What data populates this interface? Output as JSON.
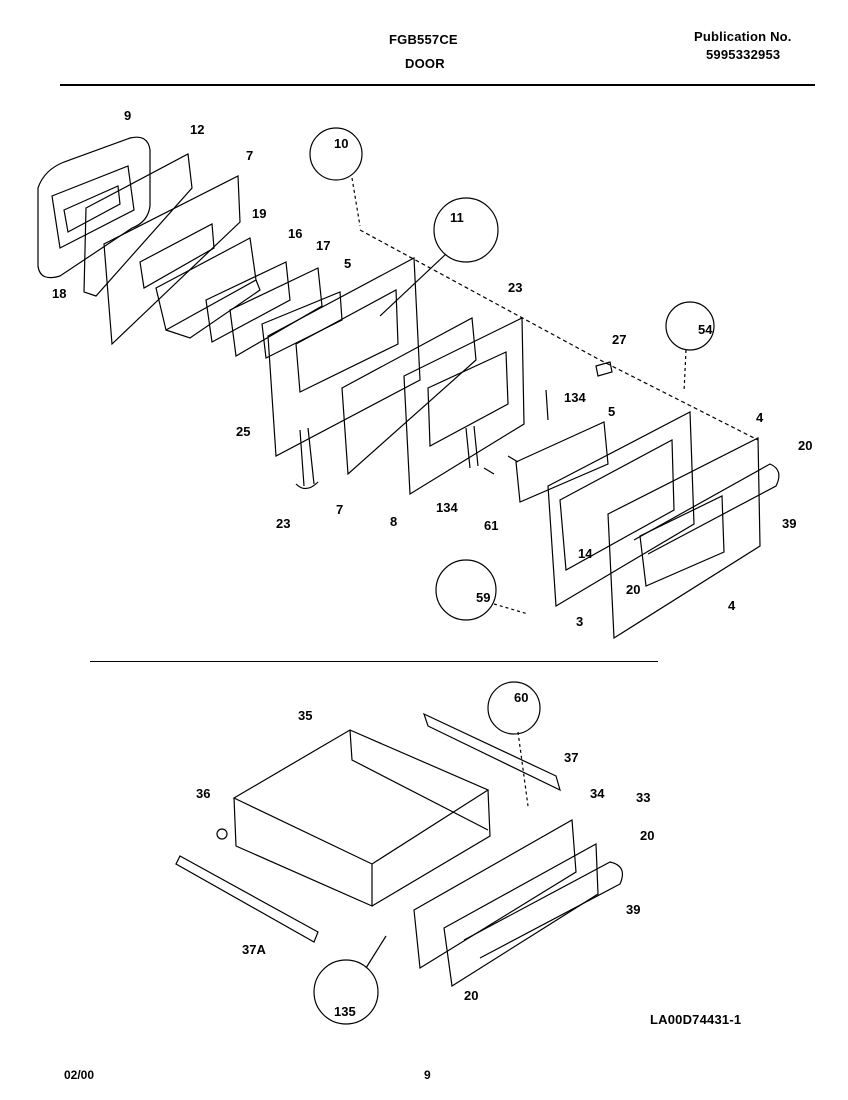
{
  "header": {
    "model": "FGB557CE",
    "section": "DOOR",
    "publication_label": "Publication No.",
    "publication_number": "5995332953"
  },
  "parts": [
    "9",
    "12",
    "7",
    "19",
    "16",
    "17",
    "5",
    "18",
    "25",
    "23",
    "7",
    "8",
    "134",
    "61",
    "10",
    "11",
    "23",
    "27",
    "134",
    "5",
    "54",
    "4",
    "20",
    "39",
    "14",
    "20",
    "4",
    "3",
    "59",
    "35",
    "60",
    "37",
    "36",
    "34",
    "33",
    "20",
    "39",
    "37A",
    "20",
    "135"
  ],
  "figure_code": "LA00D74431-1",
  "footer": {
    "date": "02/00",
    "page": "9"
  }
}
